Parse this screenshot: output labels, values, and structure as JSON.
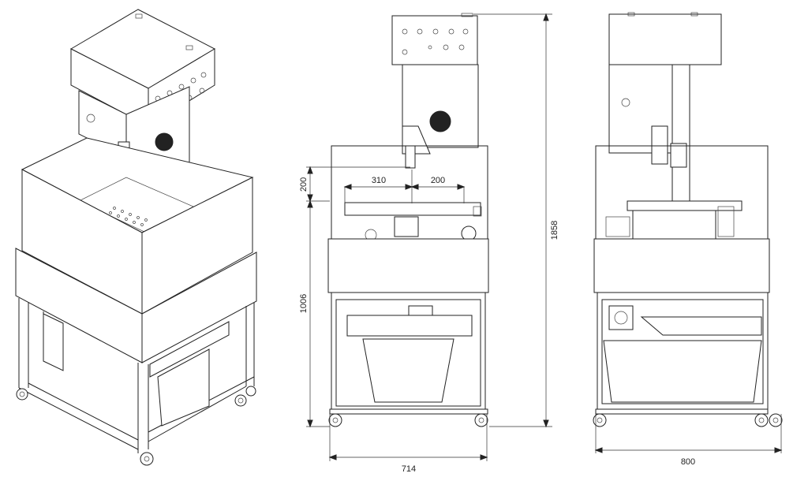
{
  "dimensions": {
    "height_total": "1858",
    "height_base": "1006",
    "height_upper": "200",
    "width_front": "714",
    "width_side": "800",
    "span_left": "310",
    "span_right": "200"
  }
}
